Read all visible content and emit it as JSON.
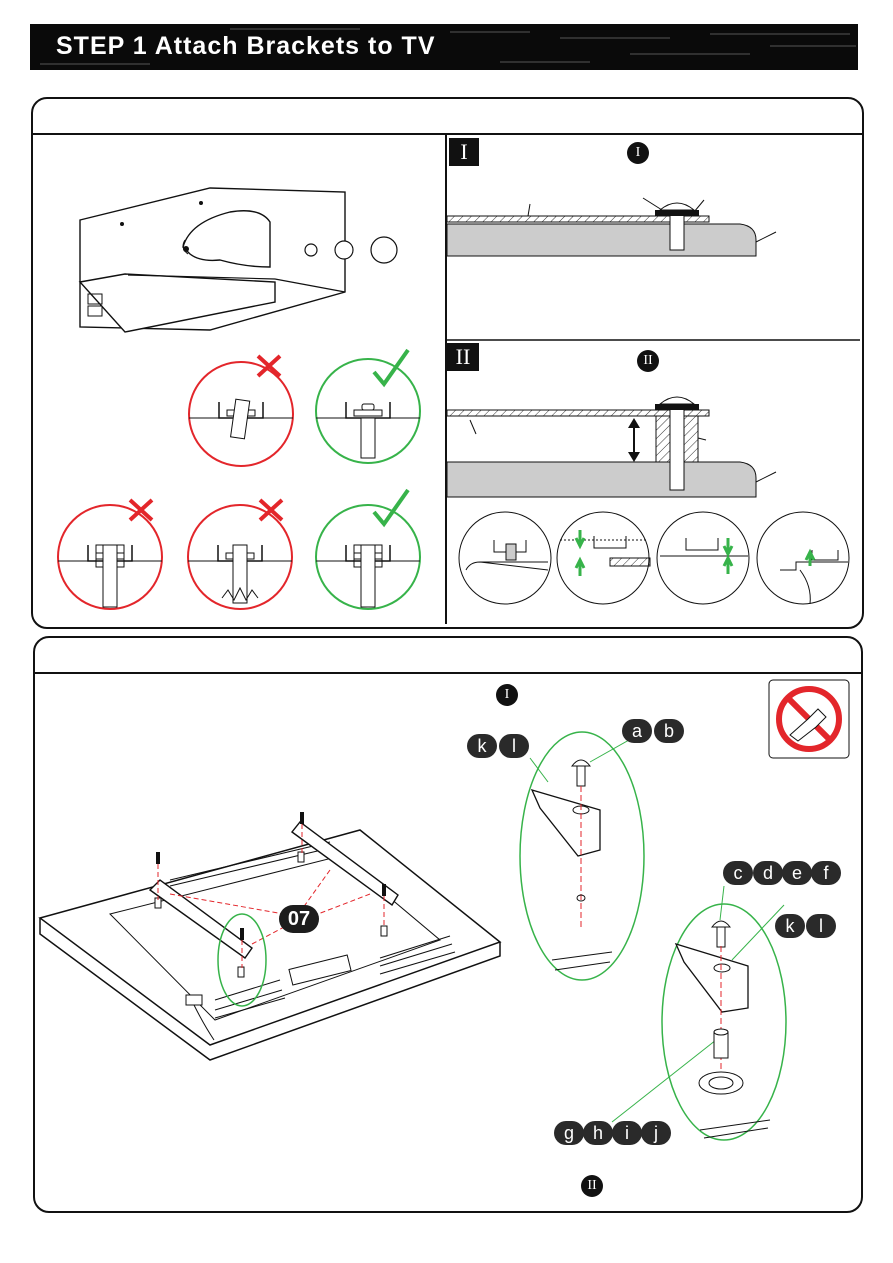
{
  "header": {
    "title": "STEP 1 Attach Brackets to TV"
  },
  "panel1": {
    "section_I": {
      "roman": "I",
      "badge": "I"
    },
    "section_II": {
      "roman": "II",
      "badge": "II"
    }
  },
  "panel2": {
    "badge_top": "I",
    "badge_bottom": "II",
    "callout_num": "07",
    "group_ab": [
      "a",
      "b"
    ],
    "group_kl_top": [
      "k",
      "l"
    ],
    "group_cdef": [
      "c",
      "d",
      "e",
      "f"
    ],
    "group_kl_bottom": [
      "k",
      "l"
    ],
    "group_ghij": [
      "g",
      "h",
      "i",
      "j"
    ]
  },
  "colors": {
    "wrong": "#e3262b",
    "right": "#37b34a",
    "callout_line": "#e3262b",
    "detail_line": "#37b34a"
  }
}
